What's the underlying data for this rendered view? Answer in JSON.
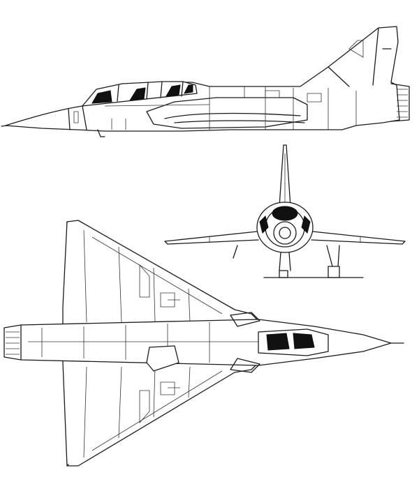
{
  "drawing": {
    "views": [
      "side",
      "front",
      "top"
    ],
    "line_color": "#1a1a1a",
    "background": "#ffffff"
  }
}
